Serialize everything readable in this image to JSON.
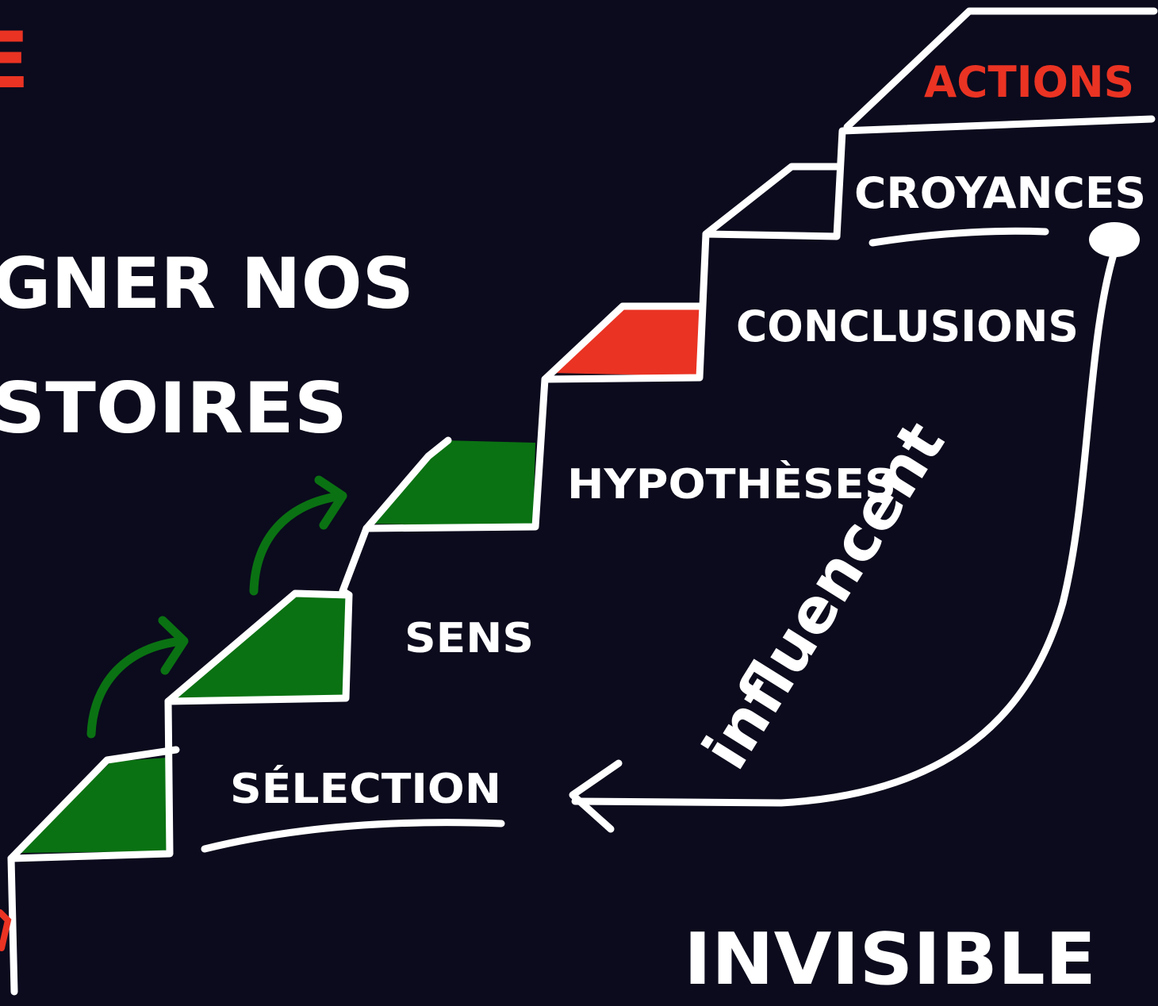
{
  "colors": {
    "background": "#0b0b1d",
    "line": "#ffffff",
    "green": "#0a7212",
    "red": "#ea3323"
  },
  "heading": {
    "fragment_top": "E",
    "line1": "GNER NOS",
    "line2": "STOIRES"
  },
  "steps": {
    "actions": "ACTIONS",
    "croyances": "CROYANCES",
    "conclusions": "CONCLUSIONS",
    "hypotheses": "HYPOTHÈSES",
    "sens": "SENS",
    "selection": "SÉLECTION"
  },
  "loop_label": "influencent",
  "footer_label": "INVISIBLE",
  "icons": {
    "loop": "curved-arrow-icon",
    "step_arrow": "green-arrow-icon"
  }
}
